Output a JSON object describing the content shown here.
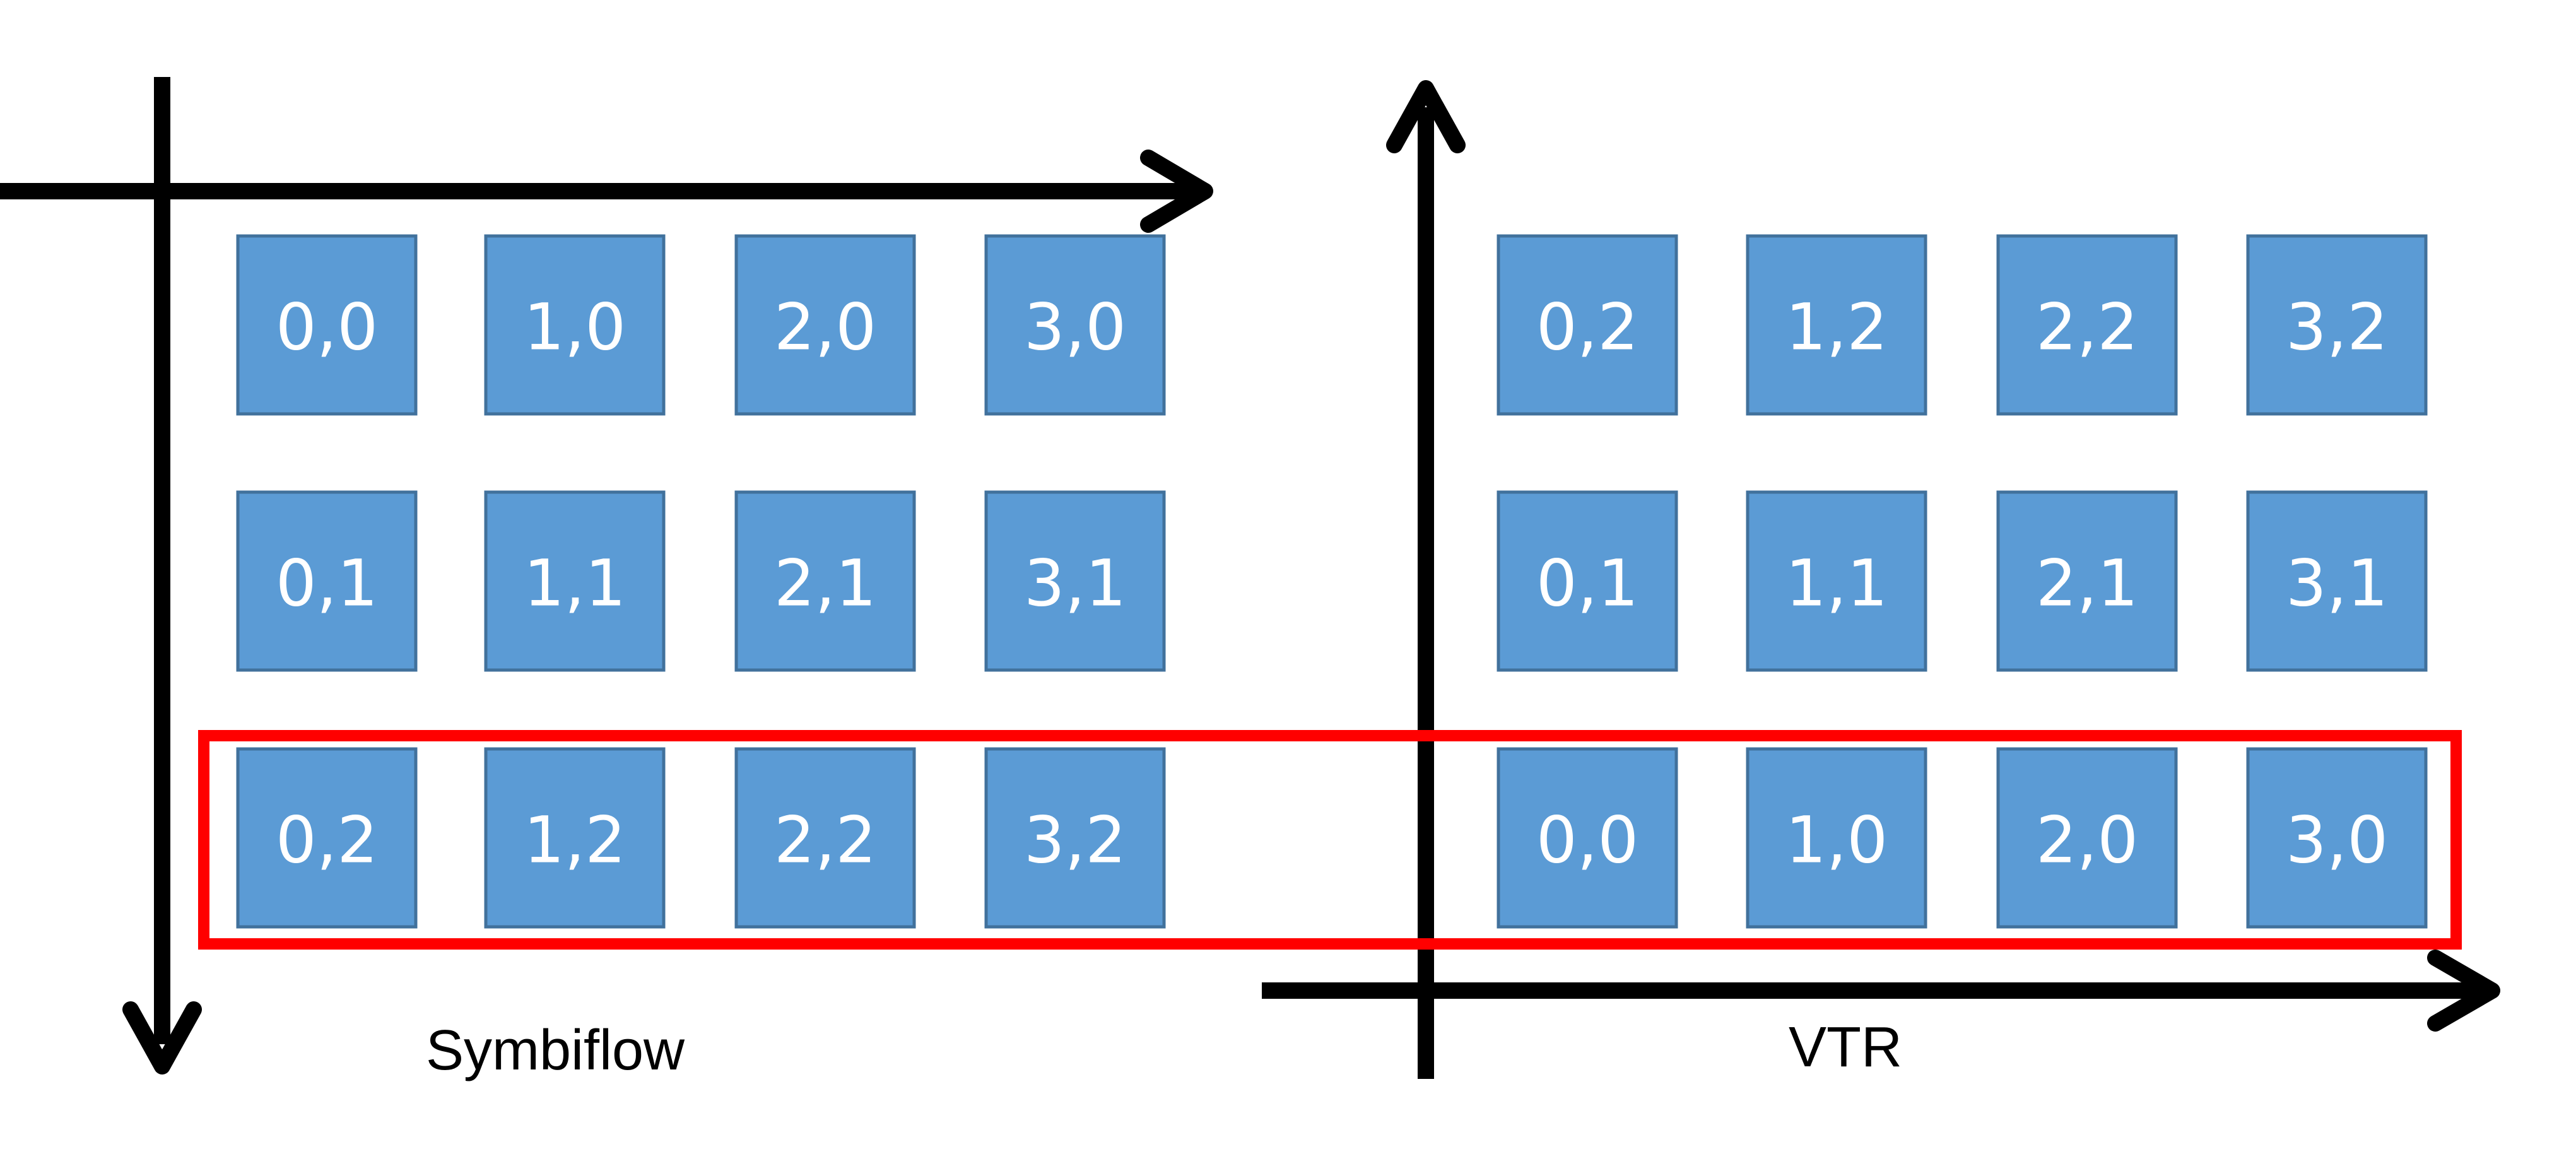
{
  "panels": {
    "left": {
      "label": "Symbiflow",
      "rows": [
        [
          "0,0",
          "1,0",
          "2,0",
          "3,0"
        ],
        [
          "0,1",
          "1,1",
          "2,1",
          "3,1"
        ],
        [
          "0,2",
          "1,2",
          "2,2",
          "3,2"
        ]
      ]
    },
    "right": {
      "label": "VTR",
      "rows": [
        [
          "0,2",
          "1,2",
          "2,2",
          "3,2"
        ],
        [
          "0,1",
          "1,1",
          "2,1",
          "3,1"
        ],
        [
          "0,0",
          "1,0",
          "2,0",
          "3,0"
        ]
      ]
    }
  },
  "colors": {
    "tile_fill": "#5b9bd5",
    "tile_border": "#41719c",
    "tile_text": "#ffffff",
    "axis": "#000000",
    "highlight": "#ff0000"
  }
}
